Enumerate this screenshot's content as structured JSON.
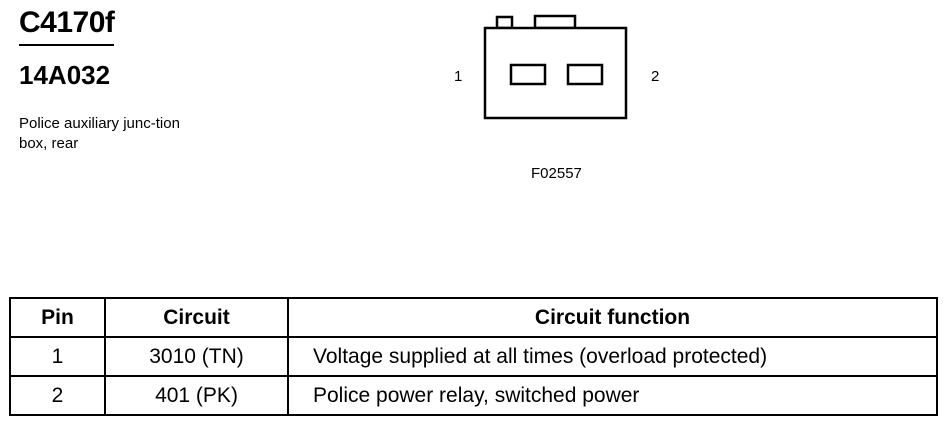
{
  "connector": {
    "id": "C4170f",
    "part_number": "14A032",
    "description": "Police auxiliary junc-tion box, rear",
    "pin_labels": [
      "1",
      "2"
    ],
    "figure_id": "F02557"
  },
  "table": {
    "headers": [
      "Pin",
      "Circuit",
      "Circuit function"
    ],
    "rows": [
      {
        "pin": "1",
        "circuit": "3010 (TN)",
        "function": "Voltage supplied at all times (overload protected)"
      },
      {
        "pin": "2",
        "circuit": "401 (PK)",
        "function": "Police power relay, switched power"
      }
    ]
  }
}
